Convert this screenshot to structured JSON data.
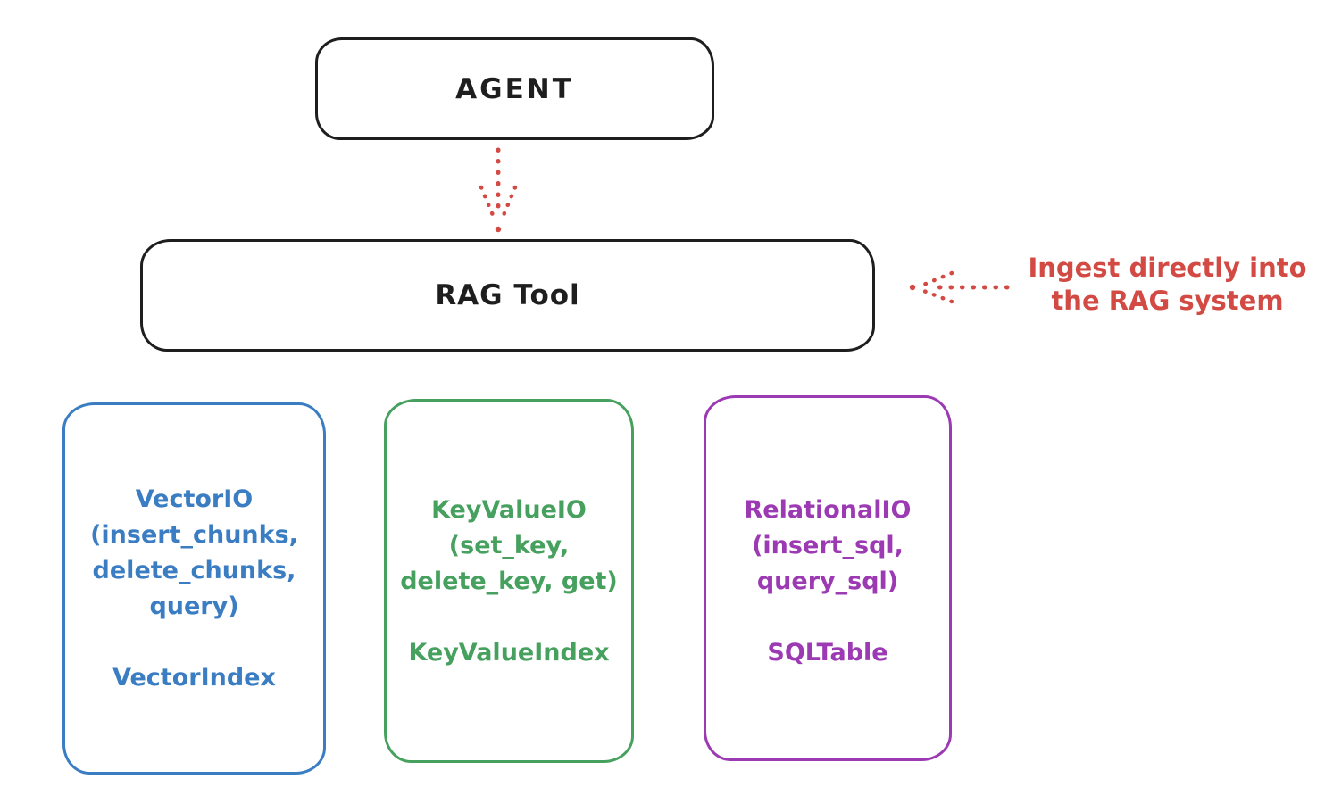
{
  "colors": {
    "ink": "#1e1e1e",
    "red": "#d24a43",
    "blue": "#3a7dc2",
    "green": "#46a05e",
    "purple": "#9c3ab3",
    "background": "#ffffff"
  },
  "nodes": {
    "agent": {
      "label": "AGENT"
    },
    "rag_tool": {
      "label": "RAG Tool"
    },
    "vector_io": {
      "lines": [
        "VectorIO",
        "(insert_chunks,",
        "delete_chunks,",
        "query)"
      ],
      "index_label": "VectorIndex"
    },
    "keyvalue_io": {
      "lines": [
        "KeyValueIO",
        "(set_key,",
        "delete_key, get)"
      ],
      "index_label": "KeyValueIndex"
    },
    "relational_io": {
      "lines": [
        "RelationalIO",
        "(insert_sql,",
        "query_sql)"
      ],
      "index_label": "SQLTable"
    }
  },
  "annotation": {
    "lines": [
      "Ingest directly into",
      "the RAG system"
    ]
  }
}
